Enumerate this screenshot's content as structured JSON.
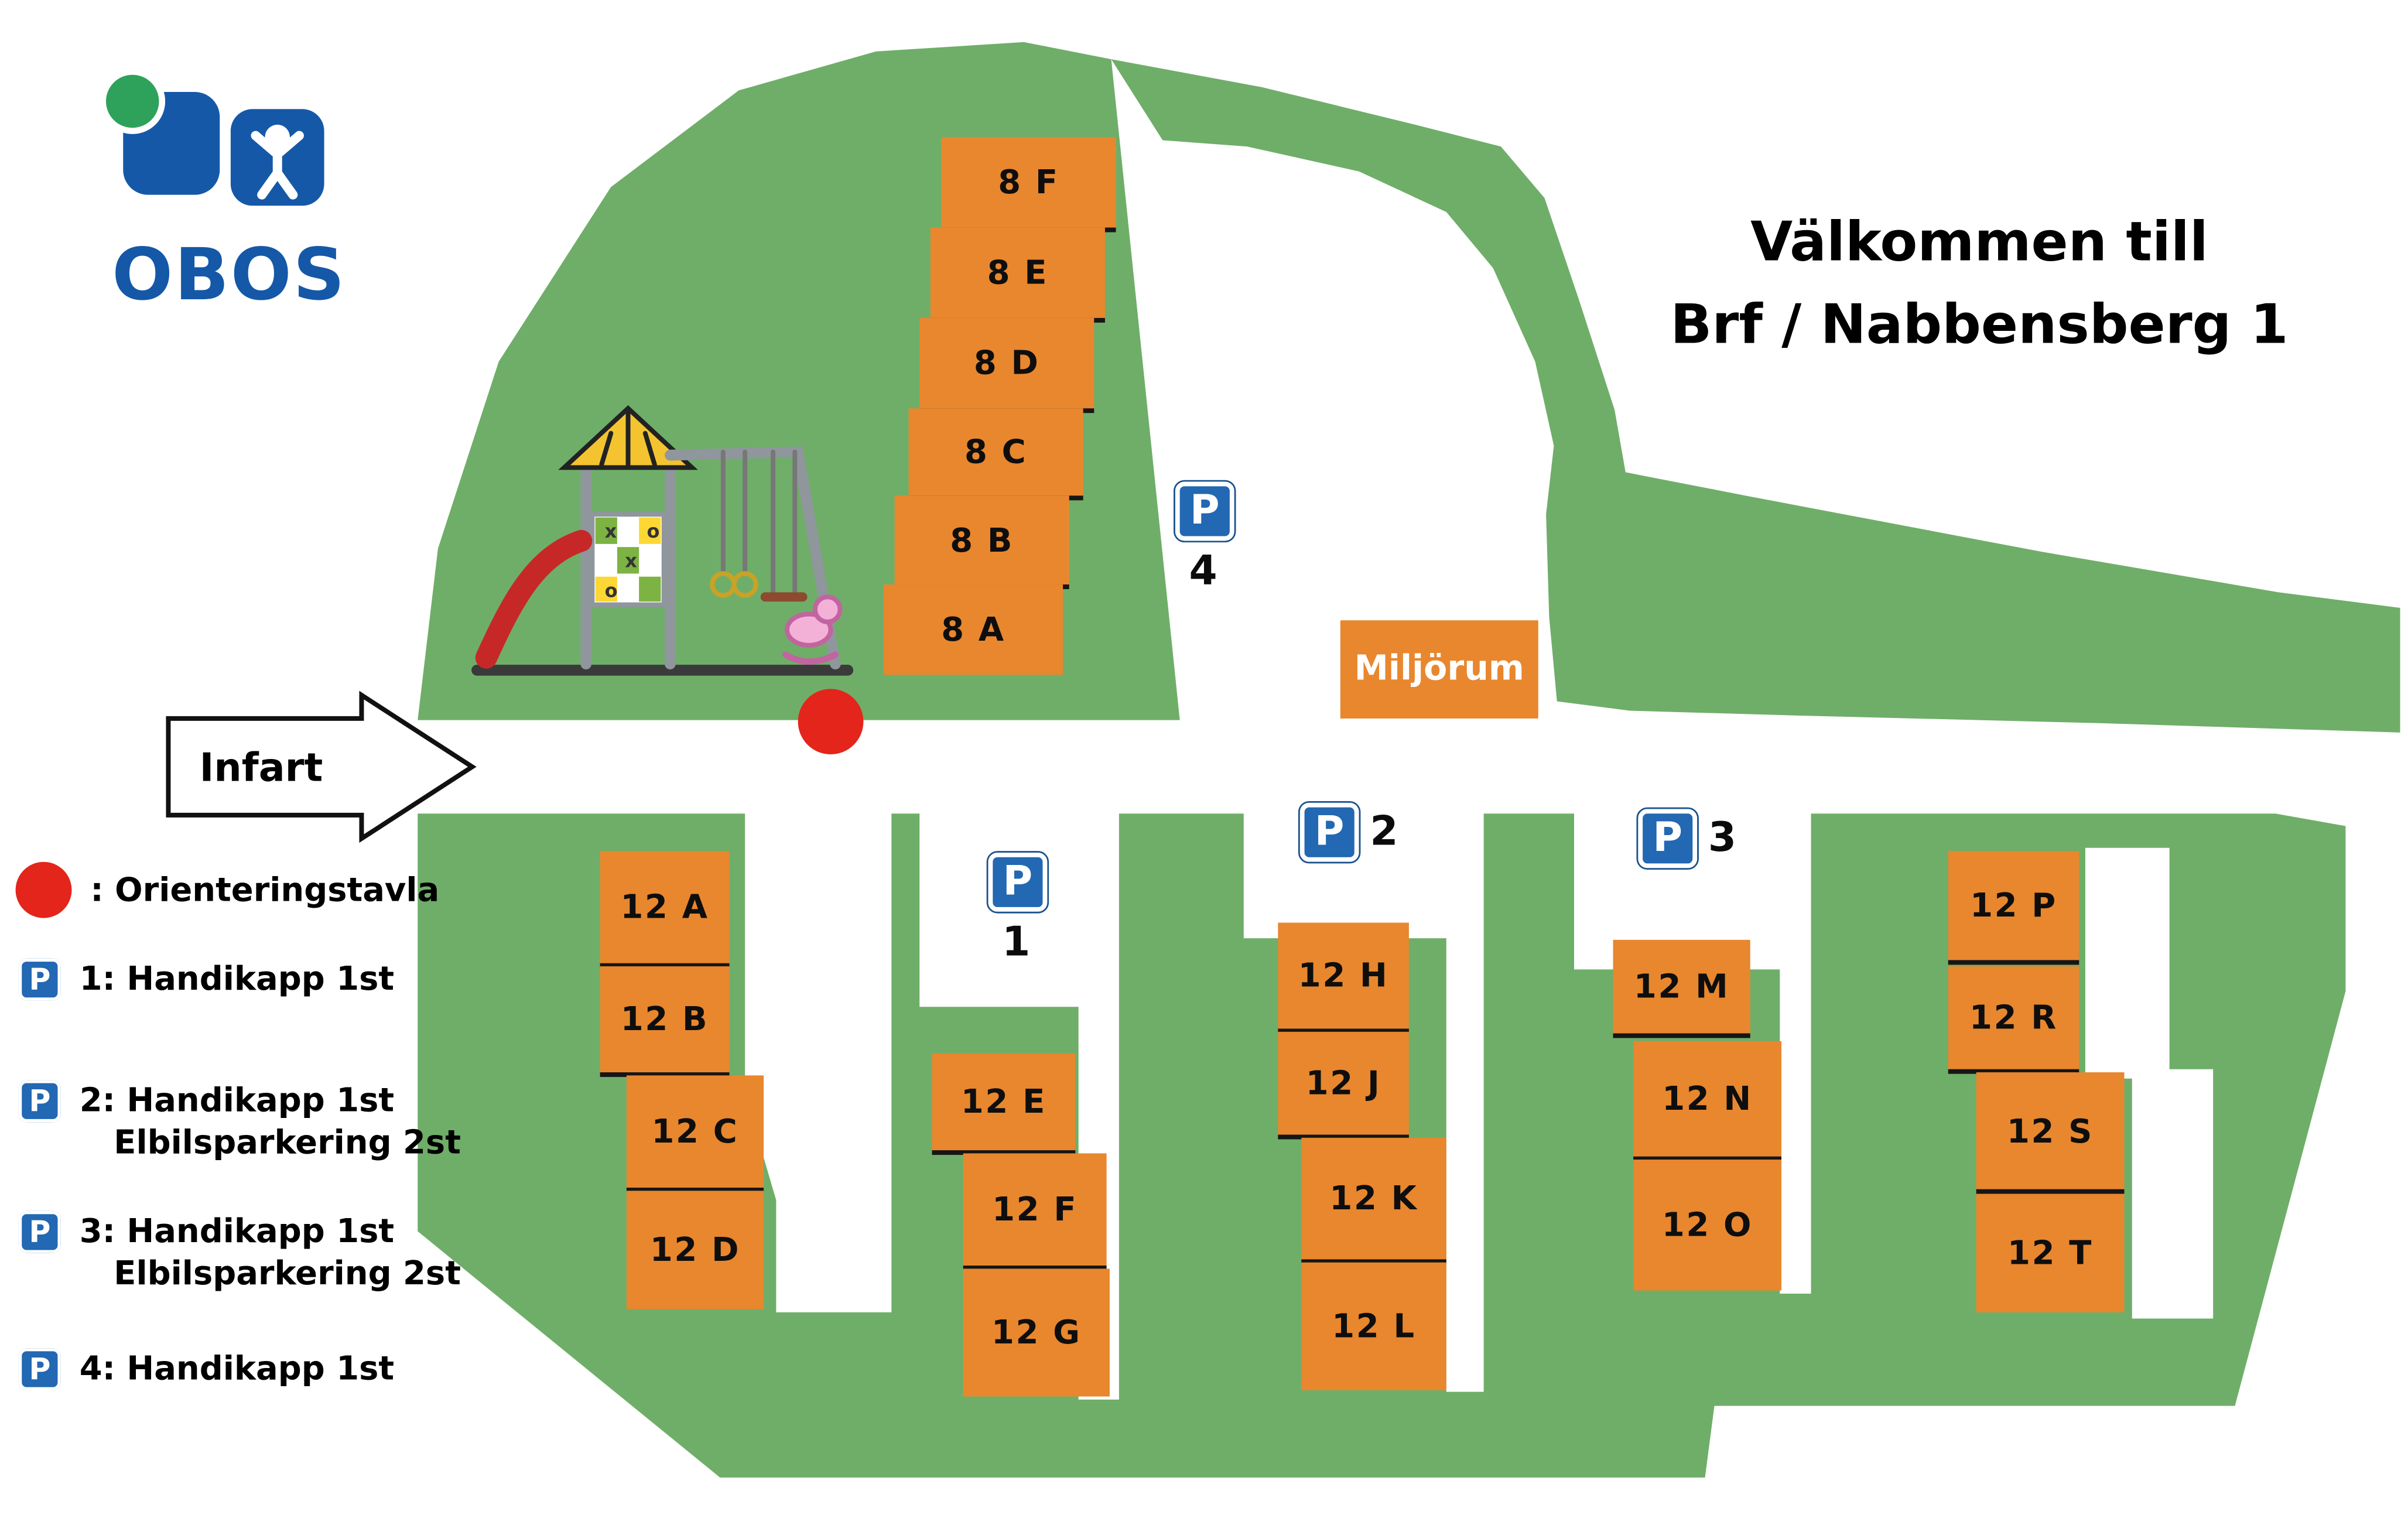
{
  "logo": {
    "text": "OBOS"
  },
  "title": {
    "line1": "Välkommen till",
    "line2": "Brf / Nabbensberg 1"
  },
  "map": {
    "infart_label": "Infart",
    "miljorum_label": "Miljörum",
    "p_glyph": "P",
    "buildings_8": [
      "8 F",
      "8 E",
      "8 D",
      "8 C",
      "8 B",
      "8 A"
    ],
    "buildings_12_col1": [
      "12 A",
      "12 B",
      "12 C",
      "12 D"
    ],
    "buildings_12_col2": [
      "12 E",
      "12 F",
      "12 G"
    ],
    "buildings_12_col3": [
      "12 H",
      "12 J",
      "12 K",
      "12 L"
    ],
    "buildings_12_col4": [
      "12 M",
      "12 N",
      "12 O"
    ],
    "buildings_12_col5": [
      "12 P",
      "12 R",
      "12 S",
      "12 T"
    ],
    "parking_numbers": {
      "p1": "1",
      "p2": "2",
      "p3": "3",
      "p4": "4"
    }
  },
  "legend": {
    "orienteringstavla_label": ": Orienteringstavla",
    "items": [
      {
        "line1": "1: Handikapp 1st",
        "line2": ""
      },
      {
        "line1": "2: Handikapp 1st",
        "line2": "Elbilsparkering 2st"
      },
      {
        "line1": "3: Handikapp 1st",
        "line2": "Elbilsparkering 2st"
      },
      {
        "line1": "4: Handikapp 1st",
        "line2": ""
      }
    ]
  },
  "colors": {
    "green": "#6FAE68",
    "orange": "#E8872E",
    "sign_blue": "#2268B2",
    "obos_blue": "#1558A8",
    "red": "#E3251B"
  }
}
